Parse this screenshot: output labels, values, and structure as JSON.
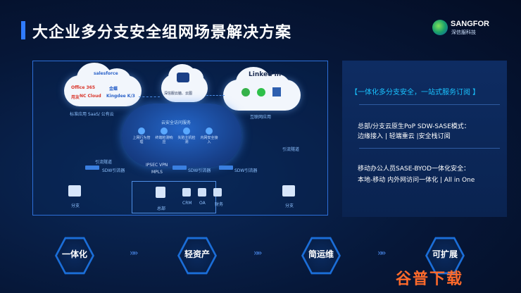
{
  "slide": {
    "title": "大企业多分支安全组网场景解决方案"
  },
  "logo": {
    "name": "SANGFOR",
    "sub": "深信服科技"
  },
  "diagram": {
    "cloud1_brands": [
      "salesforce",
      "Office 365",
      "用友",
      "NC Cloud",
      "金蝶",
      "Kingdee K/3"
    ],
    "cloud1_label": "标准应用 SaaS/ 公有云",
    "cloud2_label": "深信服云脑、云图",
    "cloud3_brand": "Linked in",
    "cloud3_label": "互联网应用",
    "center_title": "云安全访问服务",
    "services": [
      "上网行为管理",
      "终端检测响应",
      "失陷主机检测",
      "内网安全接入"
    ],
    "traffic_right": "引流隧道",
    "traffic_left": "引流隧道",
    "vpn_label": "IPSEC VPN",
    "mpls_label": "MPLS",
    "sdw1": "SDW引流器",
    "sdw2": "SDW引流器",
    "sdw3": "SDW引流器",
    "branch_left": "分支",
    "branch_right": "分支",
    "hq": "总部",
    "apps": [
      "CRM",
      "OA",
      "财务"
    ]
  },
  "panel": {
    "heading": "【一体化多分支安全，一站式服务订阅 】",
    "line1": "总部/分支云原生PoP SDW-SASE模式：",
    "line2": "边缘接入 | 轻端重云 |安全栈订阅",
    "line3": "移动办公人员SASE-BYOD一体化安全：",
    "line4": "本地-移动 内外网访问一体化 | All in One"
  },
  "pillars": [
    "一体化",
    "轻资产",
    "简运维",
    "可扩展"
  ],
  "arrows": "»»",
  "watermark": "谷普下载",
  "colors": {
    "accent": "#19c3ff",
    "brand": "#1b6ed8"
  }
}
